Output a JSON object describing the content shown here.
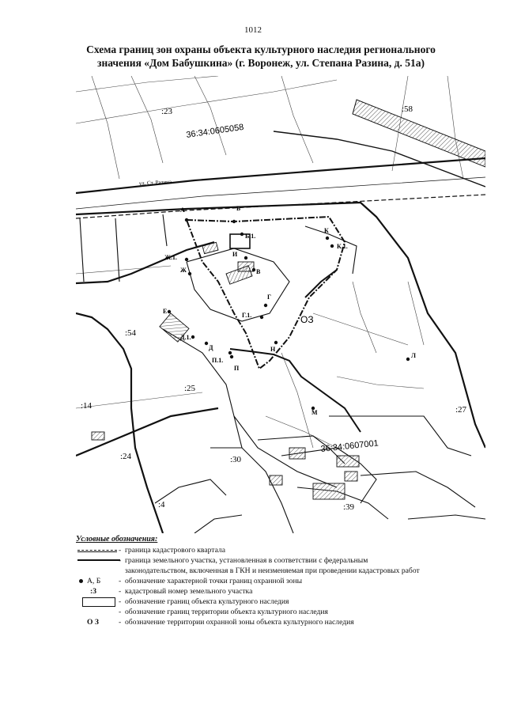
{
  "page": {
    "number": "1012",
    "title_line1": "Схема границ зон охраны объекта культурного наследия регионального",
    "title_line2": "значения «Дом Бабушкина» (г. Воронеж, ул. Степана Разина, д. 51а)"
  },
  "map": {
    "street_label": "ул. Ст. Разина",
    "cadastral_quarters": [
      "36:34:0605058",
      "36:34:0607001"
    ],
    "parcels": [
      ":23",
      ":58",
      ":54",
      ":25",
      ":14",
      ":24",
      ":27",
      ":39",
      ":30",
      ":4"
    ],
    "zone_label": "ОЗ",
    "points": [
      "А",
      "Б",
      "Б.1.",
      "В",
      "Г",
      "Г.1.",
      "Д",
      "Д.1.",
      "Е",
      "Ж",
      "Ж.1.",
      "И",
      "К",
      "К.1.",
      "Л",
      "М",
      "Н",
      "П",
      "П.1."
    ]
  },
  "legend": {
    "title": "Условные обозначения:",
    "items": [
      {
        "symbol": "",
        "text": "граница кадастрового квартала"
      },
      {
        "symbol": "",
        "text": "граница земельного участка, установленная в соответствии  с федеральным",
        "text2": "законодательством, включенная в ГКН и неизменяемая при  проведении кадастровых работ"
      },
      {
        "symbol": "А, Б",
        "text": "обозначение характерной точки границ охранной зоны"
      },
      {
        "symbol": ":3",
        "text": "кадастровый номер земельного участка"
      },
      {
        "symbol": "",
        "text": "обозначение границ объекта культурного наследия"
      },
      {
        "symbol": "",
        "text": "обозначение границ  территории объекта культурного наследия"
      },
      {
        "symbol": "О З",
        "text": "обозначение территории охранной  зоны объекта культурного наследия"
      }
    ]
  },
  "colors": {
    "ink": "#111111",
    "paper": "#ffffff",
    "hatch": "#555555"
  }
}
